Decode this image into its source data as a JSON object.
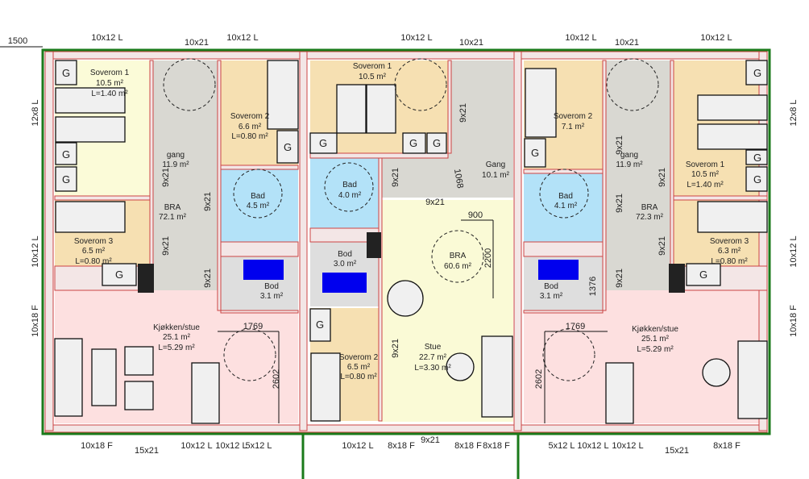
{
  "colors": {
    "bedroom": "#f6e0b2",
    "bedroom_light": "#fbfbd8",
    "bath": "#b3e2f8",
    "hall": "#d9d8d2",
    "kitchen": "#fde0e0",
    "living": "#fafad6",
    "storage": "#dedede",
    "wall": "#1a7a1a",
    "appliance": "#0000ee"
  },
  "g_label": "G",
  "rooms": {
    "l_sov1": {
      "name": "Soverom 1",
      "area": "10.5 m²",
      "l": "L=1.40 m²"
    },
    "l_gang": {
      "name": "gang",
      "area": "11.9 m²"
    },
    "l_bra": {
      "name": "BRA",
      "area": "72.1 m²"
    },
    "l_sov2": {
      "name": "Soverom 2",
      "area": "6.6 m²",
      "l": "L=0.80 m²"
    },
    "l_bad": {
      "name": "Bad",
      "area": "4.5 m²"
    },
    "l_sov3": {
      "name": "Soverom 3",
      "area": "6.5 m²",
      "l": "L=0.80 m²"
    },
    "l_bod": {
      "name": "Bod",
      "area": "3.1 m²"
    },
    "l_kjo": {
      "name": "Kjøkken/stue",
      "area": "25.1 m²",
      "l": "L=5.29 m²"
    },
    "m_sov1": {
      "name": "Soverom 1",
      "area": "10.5 m²"
    },
    "m_bad": {
      "name": "Bad",
      "area": "4.0 m²"
    },
    "m_gang": {
      "name": "Gang",
      "area": "10.1 m²"
    },
    "m_bra": {
      "name": "BRA",
      "area": "60.6 m²"
    },
    "m_bod": {
      "name": "Bod",
      "area": "3.0 m²"
    },
    "m_sov2": {
      "name": "Soverom 2",
      "area": "6.5 m²",
      "l": "L=0.80 m²"
    },
    "m_stue": {
      "name": "Stue",
      "area": "22.7 m²",
      "l": "L=3.30 m²"
    },
    "r_sov2": {
      "name": "Soverom 2",
      "area": "7.1 m²"
    },
    "r_bad": {
      "name": "Bad",
      "area": "4.1 m²"
    },
    "r_gang": {
      "name": "gang",
      "area": "11.9 m²"
    },
    "r_bra": {
      "name": "BRA",
      "area": "72.3 m²"
    },
    "r_sov1": {
      "name": "Soverom 1",
      "area": "10.5 m²",
      "l": "L=1.40 m²"
    },
    "r_sov3": {
      "name": "Soverom 3",
      "area": "6.3 m²",
      "l": "L=0.80 m²"
    },
    "r_bod": {
      "name": "Bod",
      "area": "3.1 m²"
    },
    "r_kjo": {
      "name": "Kjøkken/stue",
      "area": "25.1 m²",
      "l": "L=5.29 m²"
    }
  },
  "windows_top": [
    "10x12 L",
    "10x21",
    "10x12 L",
    "10x12 L",
    "10x21",
    "10x12 L",
    "10x21",
    "10x12 L"
  ],
  "windows_left": [
    "12x8 L",
    "10x12 L",
    "10x18 F"
  ],
  "windows_right": [
    "12x8 L",
    "10x12 L",
    "10x18 F"
  ],
  "windows_bottom": [
    "10x18 F",
    "15x21",
    "10x12 L",
    "10x12 L",
    "5x12 L",
    "10x12 L",
    "8x18 F",
    "9x21",
    "8x18 F",
    "8x18 F",
    "5x12 L",
    "10x12 L",
    "10x12 L",
    "15x21",
    "8x18 F"
  ],
  "doors": [
    "9x21",
    "9x21",
    "9x21",
    "9x21",
    "9x21",
    "9x21",
    "9x21",
    "9x21",
    "9x21",
    "9x21",
    "9x21",
    "9x21",
    "9x21"
  ],
  "dimensions": {
    "offset": "1500",
    "l_w": "1769",
    "l_h": "2602",
    "r_w": "1769",
    "r_h": "2602",
    "m_900": "900",
    "m_2200": "2200",
    "m_1068": "1068",
    "r_1376": "1376"
  }
}
